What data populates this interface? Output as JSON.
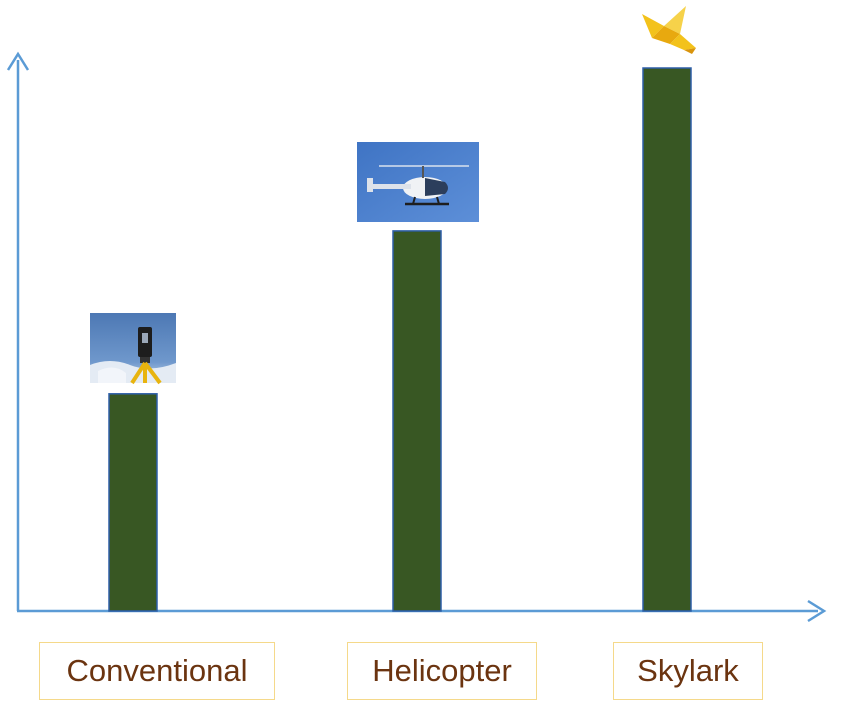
{
  "chart_data": {
    "type": "bar",
    "categories": [
      "Conventional",
      "Helicopter",
      "Skylark"
    ],
    "values": [
      40,
      70,
      100
    ],
    "ylim": [
      0,
      100
    ],
    "title": "",
    "xlabel": "",
    "ylabel": "",
    "grid": false,
    "colors": {
      "bar": "#385723",
      "bar_edge": "#2e5fa8",
      "axis": "#5b9bd5",
      "label_border": "#f5d98a",
      "label_text": "#6b3410"
    },
    "icons": [
      "total-station-icon",
      "helicopter-icon",
      "origami-bird-icon"
    ]
  }
}
